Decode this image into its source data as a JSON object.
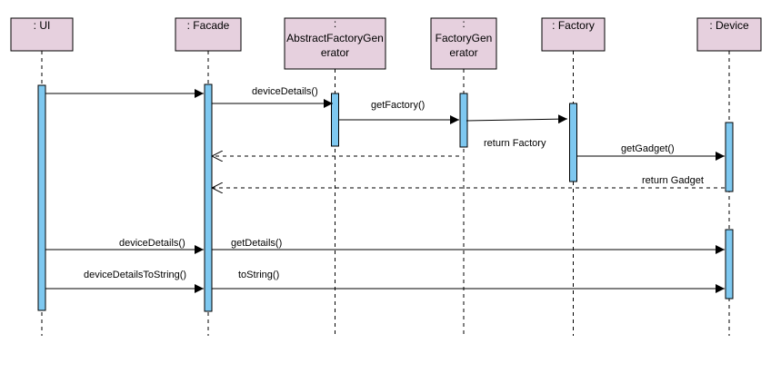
{
  "colors": {
    "participant_fill": "#e6d0de",
    "participant_stroke": "#000000",
    "activation_fill": "#7ec8f0",
    "activation_stroke": "#000000",
    "line": "#000000"
  },
  "participants": [
    {
      "id": "ui",
      "lines": [
        ": UI"
      ]
    },
    {
      "id": "facade",
      "lines": [
        ": Facade"
      ]
    },
    {
      "id": "afg",
      "lines": [
        ":",
        "AbstractFactoryGen",
        "erator"
      ]
    },
    {
      "id": "fg",
      "lines": [
        ":",
        "FactoryGen",
        "erator"
      ]
    },
    {
      "id": "factory",
      "lines": [
        ": Factory"
      ]
    },
    {
      "id": "device",
      "lines": [
        ": Device"
      ]
    }
  ],
  "messages": [
    {
      "from": "ui",
      "to": "facade",
      "label": "",
      "type": "sync"
    },
    {
      "from": "facade",
      "to": "afg",
      "label": "deviceDetails()",
      "type": "sync"
    },
    {
      "from": "afg",
      "to": "fg",
      "label": "getFactory()",
      "type": "sync"
    },
    {
      "from": "fg",
      "to": "factory",
      "label": "",
      "type": "sync"
    },
    {
      "from": "fg",
      "to": "facade",
      "label": "return Factory",
      "type": "return"
    },
    {
      "from": "factory",
      "to": "device",
      "label": "getGadget()",
      "type": "sync"
    },
    {
      "from": "device",
      "to": "facade",
      "label": "return Gadget",
      "type": "return"
    },
    {
      "from": "ui",
      "to": "facade",
      "label": "deviceDetails()",
      "type": "sync"
    },
    {
      "from": "facade",
      "to": "device",
      "label": "getDetails()",
      "type": "sync"
    },
    {
      "from": "ui",
      "to": "facade",
      "label": "deviceDetailsToString()",
      "type": "sync"
    },
    {
      "from": "facade",
      "to": "device",
      "label": "toString()",
      "type": "sync"
    }
  ]
}
